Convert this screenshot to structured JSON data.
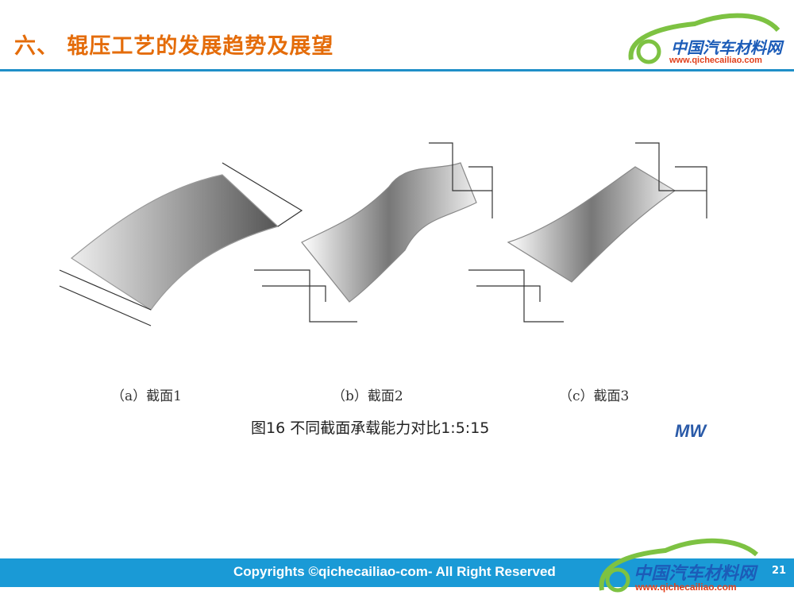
{
  "slide": {
    "title": "六、 辊压工艺的发展趋势及展望",
    "logo": {
      "name_cn": "中国汽车材料网",
      "url": "www.qichecailiao.com"
    },
    "figure": {
      "subcaptions": [
        "（a）截面1",
        "（b）截面2",
        "（c）截面3"
      ],
      "caption": "图16   不同截面承载能力对比1:5:15",
      "watermark": "MW"
    },
    "footer": {
      "text": "Copyrights ©qichecailiao-com- All Right Reserved",
      "page_number": "21"
    },
    "colors": {
      "title": "#e46c0a",
      "accent": "#1a9ad6",
      "logo_blue": "#1c5cb8",
      "logo_green": "#7dc242",
      "logo_red": "#e2401b"
    }
  }
}
